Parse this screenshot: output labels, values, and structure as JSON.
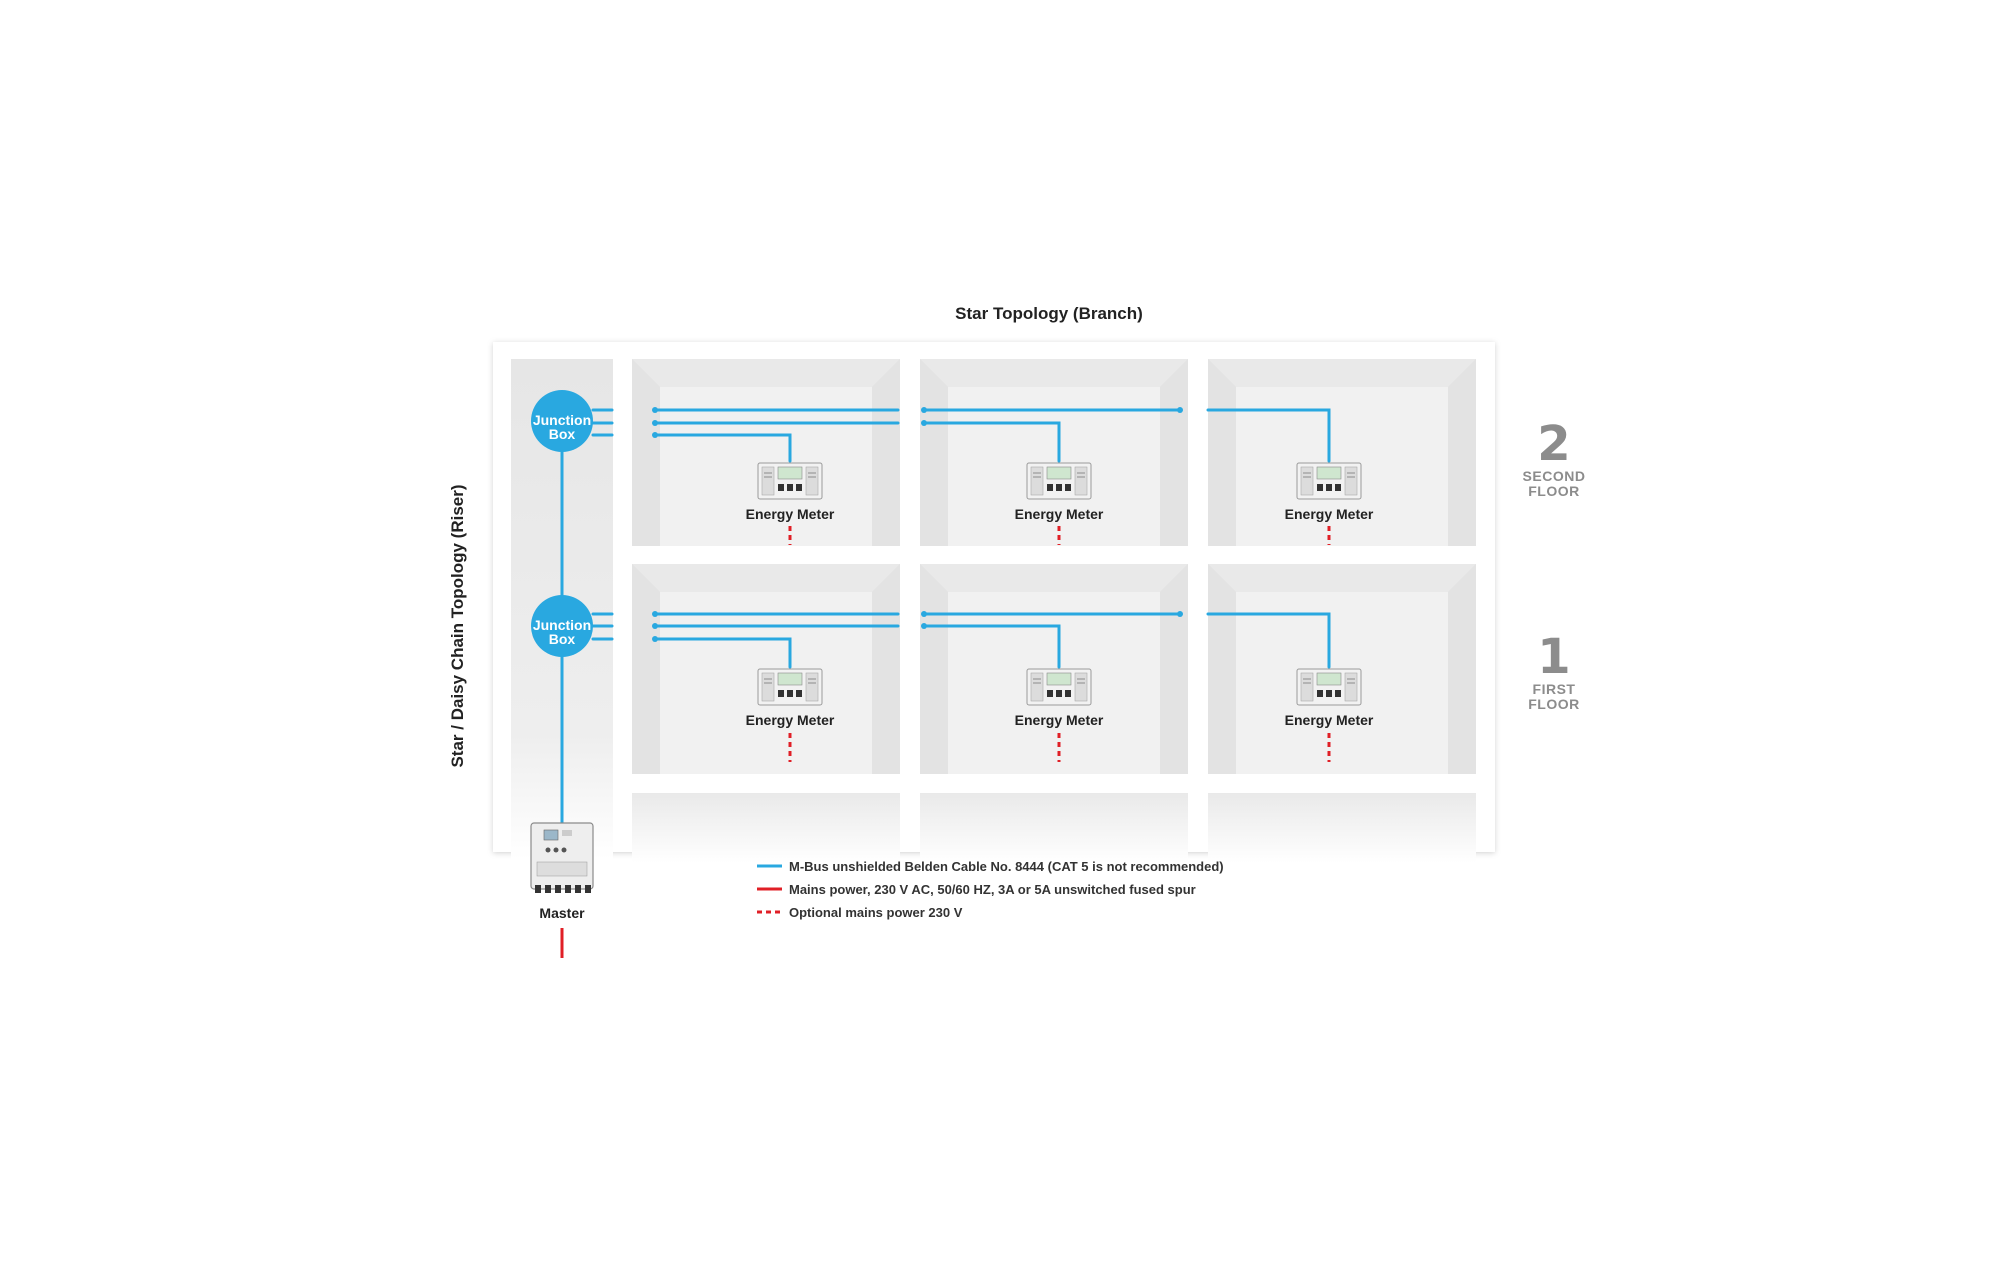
{
  "title": "Star Topology (Branch)",
  "riser_label": "Star / Daisy Chain Topology (Riser)",
  "junction_box_label_line1": "Junction",
  "junction_box_label_line2": "Box",
  "device_label": "Energy Meter",
  "master_label": "Master",
  "floors": [
    {
      "number": "2",
      "word": "SECOND",
      "word2": "FLOOR"
    },
    {
      "number": "1",
      "word": "FIRST",
      "word2": "FLOOR"
    }
  ],
  "legend": [
    {
      "text": "M-Bus unshielded Belden Cable No. 8444 (CAT 5 is not recommended)",
      "style": "solid",
      "color": "#29a8e0"
    },
    {
      "text": "Mains power, 230 V AC, 50/60 HZ, 3A or 5A unswitched fused spur",
      "style": "solid",
      "color": "#e01f26"
    },
    {
      "text": "Optional mains power 230 V",
      "style": "dashed",
      "color": "#e01f26"
    }
  ],
  "colors": {
    "bus": "#29a8e0",
    "mains": "#e01f26",
    "room": "#e6e6e6",
    "floor_text": "#8c8c8c"
  }
}
